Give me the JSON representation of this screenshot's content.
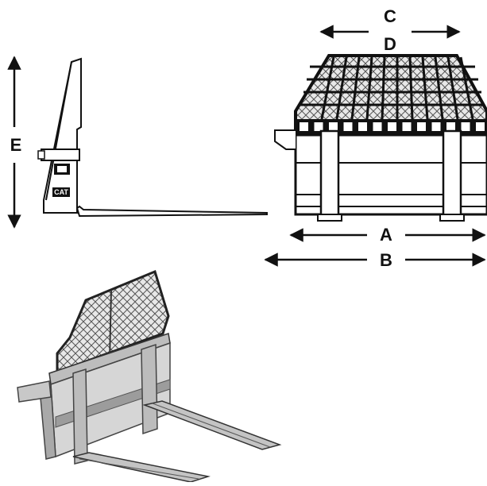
{
  "labels": {
    "a": "A",
    "b": "B",
    "c": "C",
    "d": "D",
    "e": "E"
  },
  "side_view": {
    "logo_text": "CAT"
  },
  "colors": {
    "line": "#111111",
    "steel_light": "#d4d4d4",
    "steel_mid": "#b9b9b9",
    "steel_dark": "#8c8c8c"
  }
}
